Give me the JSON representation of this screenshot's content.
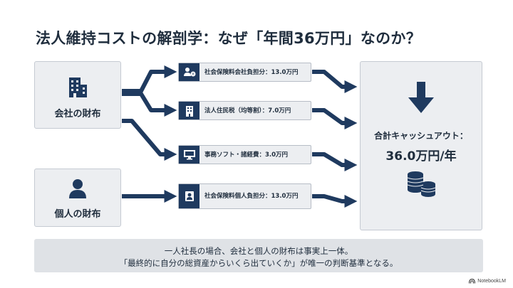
{
  "title": "法人維持コストの解剖学：なぜ「年間36万円」なのか？",
  "sources": [
    {
      "label": "会社の財布",
      "icon": "building-icon"
    },
    {
      "label": "個人の財布",
      "icon": "person-icon"
    }
  ],
  "costs": [
    {
      "label": "社会保険料会社負担分：13.0万円",
      "icon": "people-money-icon"
    },
    {
      "label": "法人住民税（均等割）：7.0万円",
      "icon": "office-building-icon"
    },
    {
      "label": "事務ソフト・諸経費：3.0万円",
      "icon": "monitor-icon"
    },
    {
      "label": "社会保険料個人負担分：13.0万円",
      "icon": "person-card-icon"
    }
  ],
  "total": {
    "label": "合計キャッシュアウト：",
    "value": "36.0万円/年",
    "icons": [
      "down-arrow-icon",
      "coins-icon"
    ]
  },
  "note": {
    "line1": "一人社長の場合、会社と個人の財布は事実上一体。",
    "line2": "「最終的に自分の総資産からいくら出ていくか」が唯一の判断基準となる。"
  },
  "brand": "NotebookLM",
  "colors": {
    "navy": "#1f3a5f",
    "box_bg": "#eceef1",
    "note_bg": "#dfe2e6"
  }
}
